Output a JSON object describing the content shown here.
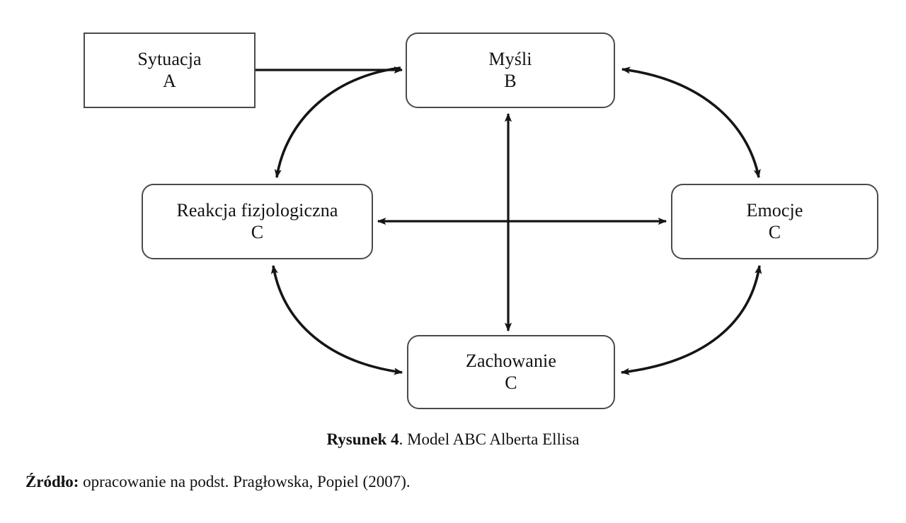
{
  "figure": {
    "nodes": [
      {
        "id": "situation",
        "title": "Sytuacja",
        "code": "A",
        "shape": "square"
      },
      {
        "id": "thoughts",
        "title": "Myśli",
        "code": "B",
        "shape": "rounded"
      },
      {
        "id": "physio",
        "title": "Reakcja fizjologiczna",
        "code": "C",
        "shape": "rounded"
      },
      {
        "id": "emotions",
        "title": "Emocje",
        "code": "C",
        "shape": "rounded"
      },
      {
        "id": "behaviour",
        "title": "Zachowanie",
        "code": "C",
        "shape": "rounded"
      }
    ],
    "connectors": [
      {
        "id": "situation-to-thoughts",
        "from": "situation",
        "to": "thoughts",
        "style": "straight",
        "heads": "single"
      },
      {
        "id": "thoughts-to-physio",
        "from": "thoughts",
        "to": "physio",
        "style": "curved",
        "heads": "single"
      },
      {
        "id": "thoughts-emotions",
        "from": "thoughts",
        "to": "emotions",
        "style": "curved",
        "heads": "double"
      },
      {
        "id": "physio-emotions",
        "from": "physio",
        "to": "emotions",
        "style": "straight",
        "heads": "double"
      },
      {
        "id": "thoughts-behaviour",
        "from": "thoughts",
        "to": "behaviour",
        "style": "straight",
        "heads": "double"
      },
      {
        "id": "physio-behaviour",
        "from": "physio",
        "to": "behaviour",
        "style": "curved",
        "heads": "double"
      },
      {
        "id": "emotions-behaviour",
        "from": "emotions",
        "to": "behaviour",
        "style": "curved",
        "heads": "double"
      }
    ],
    "caption": {
      "label": "Rysunek 4",
      "separator": ". ",
      "text": "Model ABC Alberta Ellisa"
    },
    "source": {
      "label": "Źródło:",
      "text": " opracowanie na podst. Pragłowska, Popiel (2007)."
    },
    "colors": {
      "background": "#ffffff",
      "box_border": "#4a4a4a",
      "arrow": "#151515",
      "text": "#121212"
    }
  }
}
